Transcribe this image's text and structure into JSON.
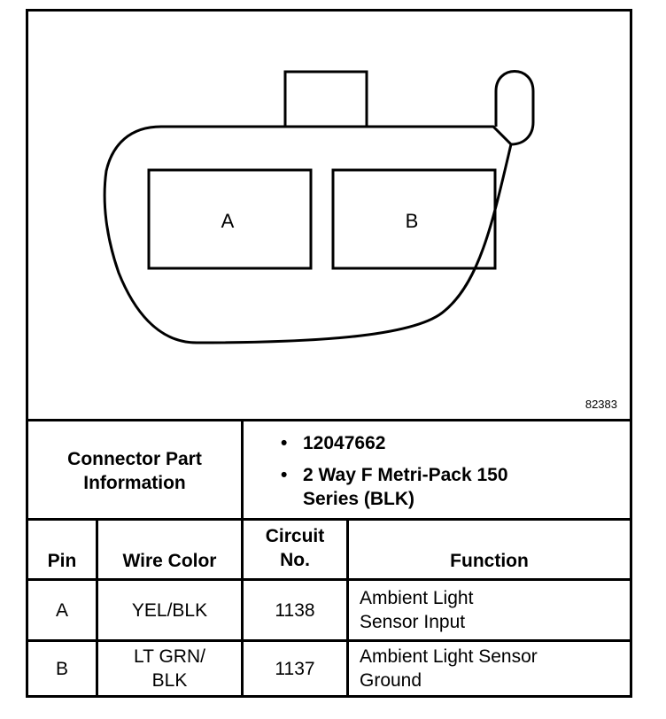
{
  "figure_id": "82383",
  "connector": {
    "pins": [
      {
        "label": "A"
      },
      {
        "label": "B"
      }
    ]
  },
  "part_info": {
    "label_line1": "Connector Part",
    "label_line2": "Information",
    "items": [
      {
        "bullet": "•",
        "text": "12047662"
      },
      {
        "bullet": "•",
        "text": "2 Way F Metri-Pack 150 Series (BLK)"
      }
    ]
  },
  "table": {
    "headers": {
      "pin": "Pin",
      "wire_color": "Wire Color",
      "circuit_line1": "Circuit",
      "circuit_line2": "No.",
      "function": "Function"
    },
    "rows": [
      {
        "pin": "A",
        "wire_color_line1": "YEL/BLK",
        "wire_color_line2": "",
        "circuit": "1138",
        "function_line1": "Ambient Light",
        "function_line2": "Sensor Input"
      },
      {
        "pin": "B",
        "wire_color_line1": "LT GRN/",
        "wire_color_line2": "BLK",
        "circuit": "1137",
        "function_line1": "Ambient Light Sensor",
        "function_line2": "Ground"
      }
    ]
  }
}
